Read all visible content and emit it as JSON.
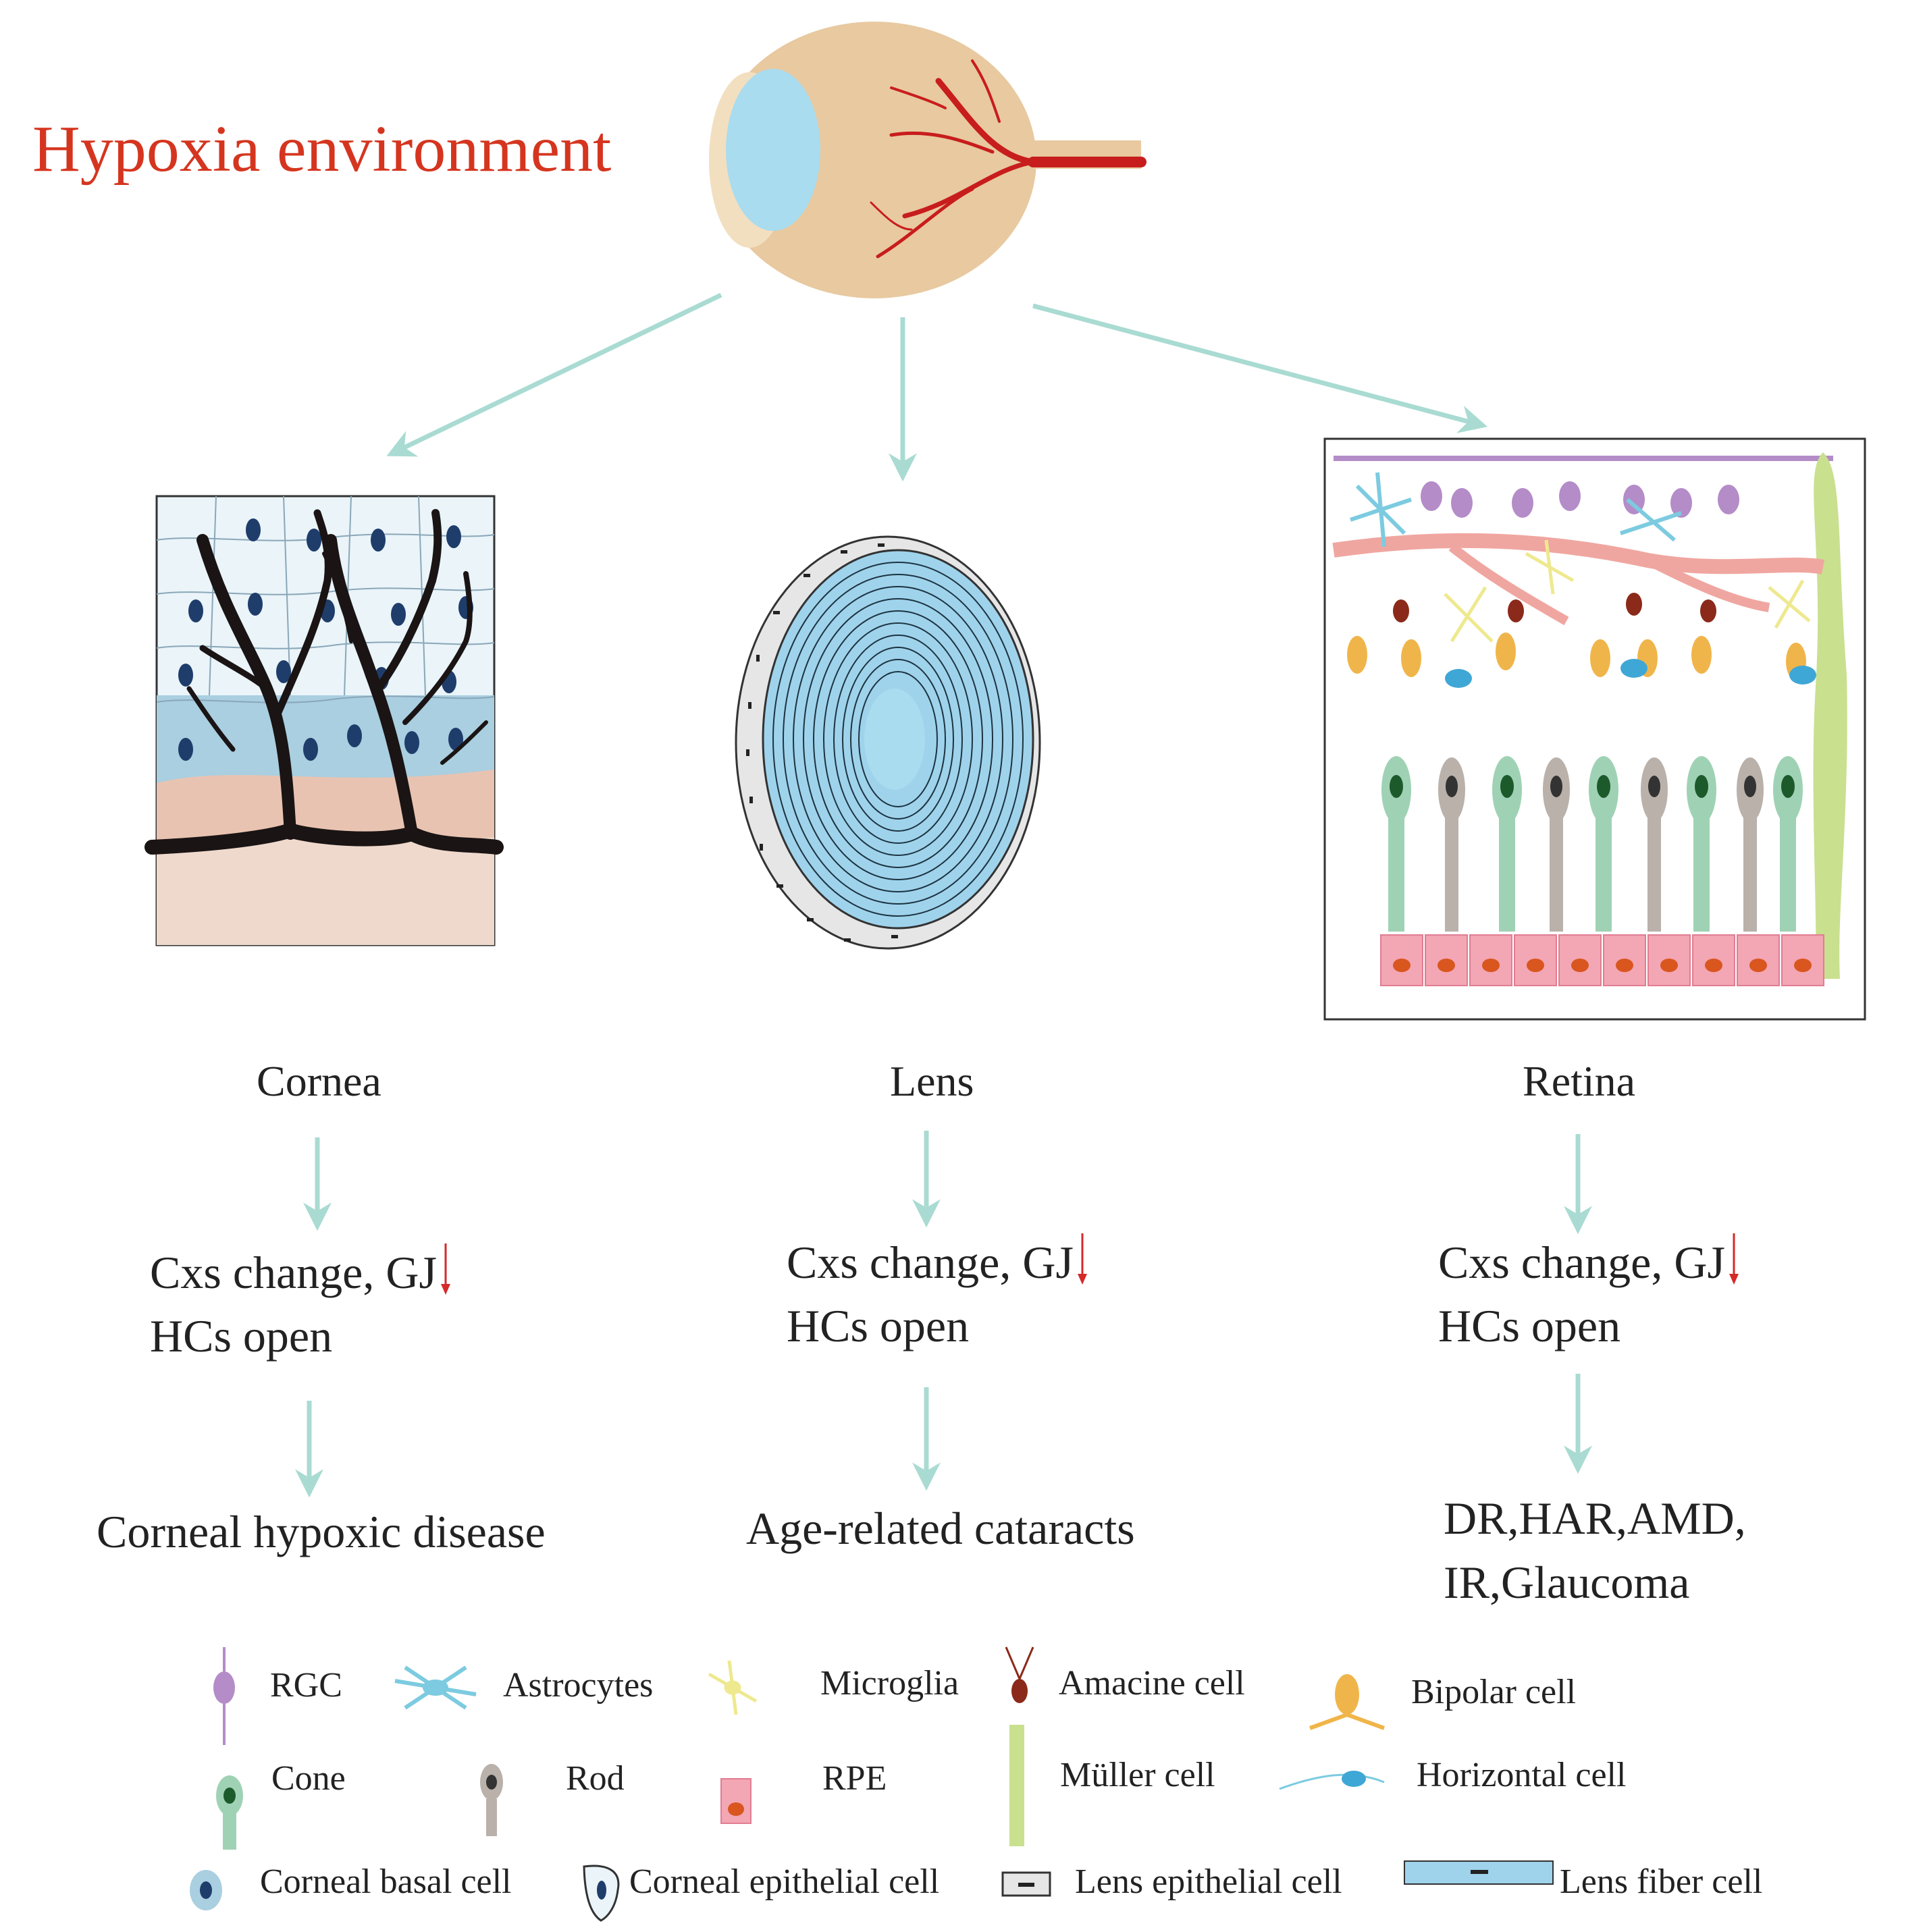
{
  "title": "Hypoxia environment",
  "columns": [
    {
      "organ": "Cornea",
      "line1_prefix": "Cxs change,  GJ",
      "line2": "HCs open",
      "outcome": [
        "Corneal hypoxic disease"
      ]
    },
    {
      "organ": "Lens",
      "line1_prefix": "Cxs change,  GJ",
      "line2": "HCs open",
      "outcome": [
        "Age-related cataracts"
      ]
    },
    {
      "organ": "Retina",
      "line1_prefix": "Cxs change, GJ",
      "line2": "HCs open",
      "outcome": [
        "DR,HAR,AMD,",
        "IR,Glaucoma"
      ]
    }
  ],
  "legend": {
    "rgc": "RGC",
    "astrocytes": "Astrocytes",
    "microglia": "Microglia",
    "amacrine": "Amacine cell",
    "bipolar": "Bipolar cell",
    "cone": "Cone",
    "rod": "Rod",
    "rpe": "RPE",
    "muller": "Müller cell",
    "horizontal": "Horizontal cell",
    "corneal_basal": "Corneal basal cell",
    "corneal_epithelial": "Corneal epithelial cell",
    "lens_epithelial": "Lens epithelial cell",
    "lens_fiber": "Lens fiber cell"
  },
  "colors": {
    "title": "#d5351f",
    "flow_arrow": "#a9dbd2",
    "down_arrow": "#d42a2a",
    "eye_body": "#e8c9a0",
    "cornea_blue": "#a9dcef",
    "vessel": "#c81d1d",
    "rgc": "#b48cc8",
    "astrocyte": "#7ccbe0",
    "microglia": "#eee98f",
    "amacrine": "#8b2a1a",
    "bipolar": "#f0b54a",
    "cone": "#9fd2b4",
    "rod": "#b9b1aa",
    "rpe": "#f3a6b4",
    "muller": "#c9e08f",
    "horizontal": "#3fa7d6"
  }
}
